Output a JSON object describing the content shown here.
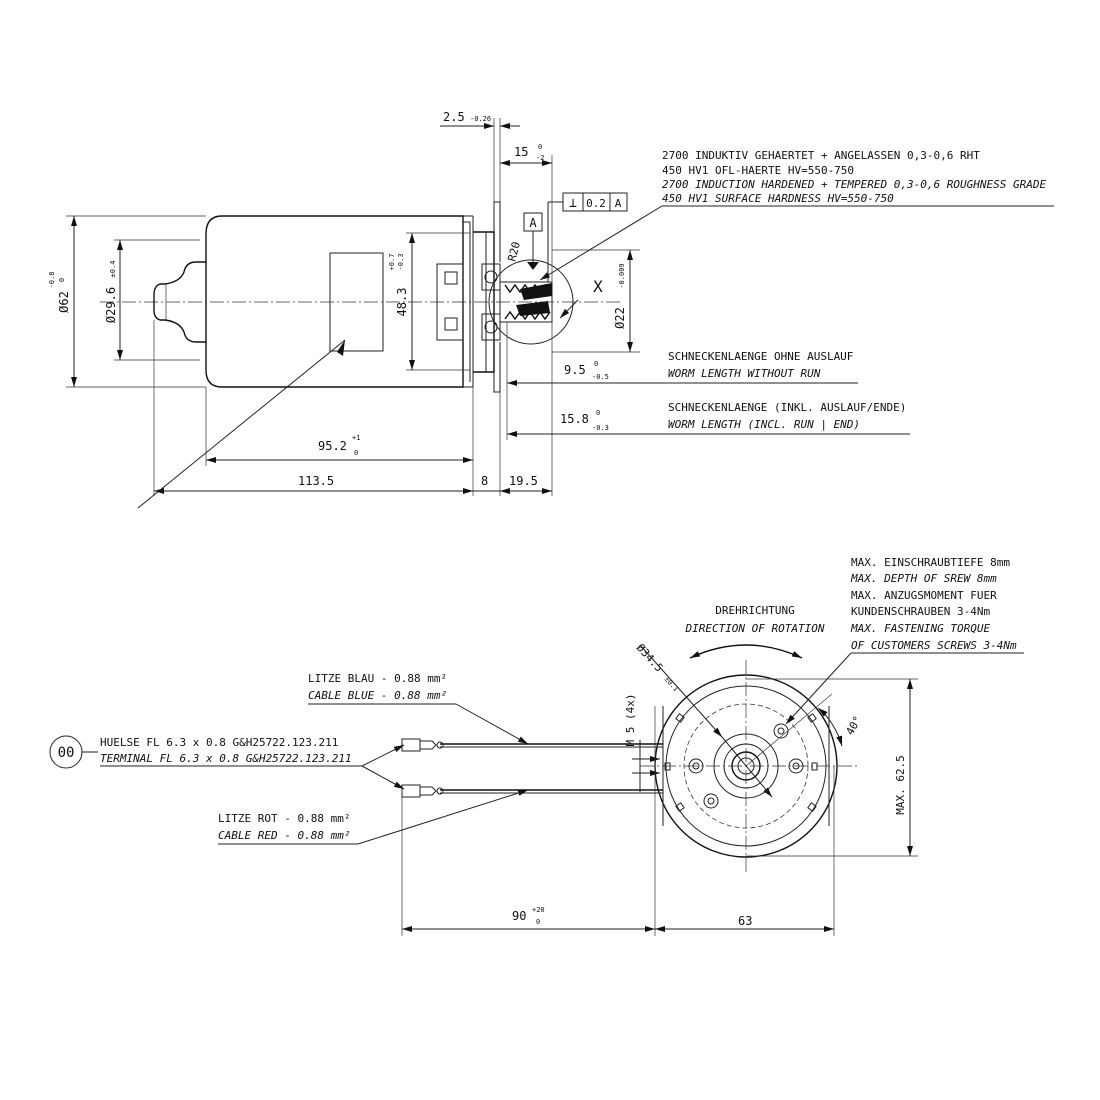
{
  "side_view": {
    "dims": {
      "d62": "Ø62",
      "d62_tol_up": "-0.8",
      "d62_tol_lo": "0",
      "d29": "Ø29.6",
      "d29_tol": "±0.4",
      "d48": "48.3",
      "d48_tol_up": "+0.7",
      "d48_tol_lo": "-0.3",
      "d22": "Ø22",
      "d22_tol": "-0.009",
      "r20": "R20",
      "t25": "2.5",
      "t25_tol": "-0.26",
      "t15": "15",
      "t15_tol_up": "0",
      "t15_tol_lo": "-2",
      "d95": "95.2",
      "d95_tol_up": "+1",
      "d95_tol_lo": "0",
      "d113": "113.5",
      "d8": "8",
      "d195": "19.5",
      "d95w": "9.5",
      "d95w_tol_up": "0",
      "d95w_tol_lo": "-0.5",
      "d158": "15.8",
      "d158_tol_up": "0",
      "d158_tol_lo": "-0.3"
    },
    "tolerance_frame": {
      "symbol": "⊥",
      "value": "0.2",
      "datum": "A"
    },
    "datum_label": "A",
    "detail_label": "X",
    "hardening_note": [
      "2700 INDUKTIV GEHAERTET + ANGELASSEN 0,3-0,6 RHT",
      "450 HV1 OFL-HAERTE HV=550-750",
      "2700 INDUCTION HARDENED + TEMPERED 0,3-0,6 ROUGHNESS GRADE",
      "450 HV1 SURFACE HARDNESS HV=550-750"
    ],
    "worm_note_1": [
      "SCHNECKENLAENGE OHNE AUSLAUF",
      "WORM LENGTH WITHOUT RUN"
    ],
    "worm_note_2": [
      "SCHNECKENLAENGE (INKL. AUSLAUF/ENDE)",
      "WORM LENGTH (INCL. RUN |  END)"
    ]
  },
  "front_view": {
    "rotation_label": [
      "DREHRICHTUNG",
      "DIRECTION OF ROTATION"
    ],
    "screw_note": [
      "MAX.  EINSCHRAUBTIEFE 8mm",
      "MAX. DEPTH OF SREW 8mm",
      "MAX. ANZUGSMOMENT FUER",
      "KUNDENSCHRAUBEN 3-4Nm",
      "MAX. FASTENING TORQUE",
      "OF CUSTOMERS SCREWS 3-4Nm"
    ],
    "cable_blue": [
      "LITZE BLAU - 0.88 mm²",
      "CABLE BLUE - 0.88 mm²"
    ],
    "cable_red": [
      "LITZE ROT - 0.88 mm²",
      "CABLE RED - 0.88 mm²"
    ],
    "terminal": [
      "HUELSE FL 6.3 x 0.8 G&H25722.123.211",
      "TERMINAL FL 6.3 x 0.8 G&H25722.123.211"
    ],
    "item_number": "00",
    "dims": {
      "d345": "Ø34.5",
      "d345_tol": "±0.1",
      "m5": "M 5 (4x)",
      "angle": "40°",
      "max625": "MAX. 62.5",
      "d90": "90",
      "d90_tol_up": "+20",
      "d90_tol_lo": "0",
      "d63": "63"
    }
  }
}
